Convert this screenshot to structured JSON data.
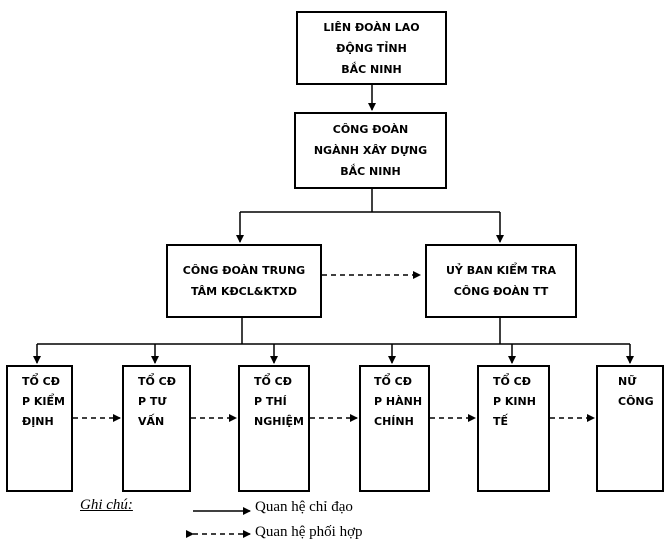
{
  "org_chart": {
    "provincial_federation": {
      "lines": [
        "LIÊN ĐOÀN LAO",
        "ĐỘNG TỈNH",
        "BẮC NINH"
      ]
    },
    "construction_union": {
      "lines": [
        "CÔNG ĐOÀN",
        "NGÀNH XÂY DỰNG",
        "BẮC NINH"
      ]
    },
    "center_union": {
      "lines": [
        "CÔNG ĐOÀN TRUNG",
        "TÂM KĐCL&KTXD"
      ]
    },
    "inspection_committee": {
      "lines": [
        "UỶ BAN KIỂM TRA",
        "CÔNG ĐOÀN TT"
      ]
    },
    "units": [
      {
        "lines": [
          "TỔ CĐ",
          "P KIỂM",
          "ĐỊNH"
        ]
      },
      {
        "lines": [
          "TỔ CĐ",
          "P TƯ",
          "VẤN"
        ]
      },
      {
        "lines": [
          "TỔ CĐ",
          "P THÍ",
          "NGHIỆM"
        ]
      },
      {
        "lines": [
          "TỔ CĐ",
          "P HÀNH",
          "CHÍNH"
        ]
      },
      {
        "lines": [
          "TỔ CĐ",
          "P KINH",
          "TẾ"
        ]
      },
      {
        "lines": [
          "NỮ",
          "CÔNG"
        ]
      }
    ]
  },
  "legend": {
    "title": "Ghi chú:",
    "direction": "Quan hệ chỉ đạo",
    "coordination": "Quan hệ phối hợp"
  }
}
